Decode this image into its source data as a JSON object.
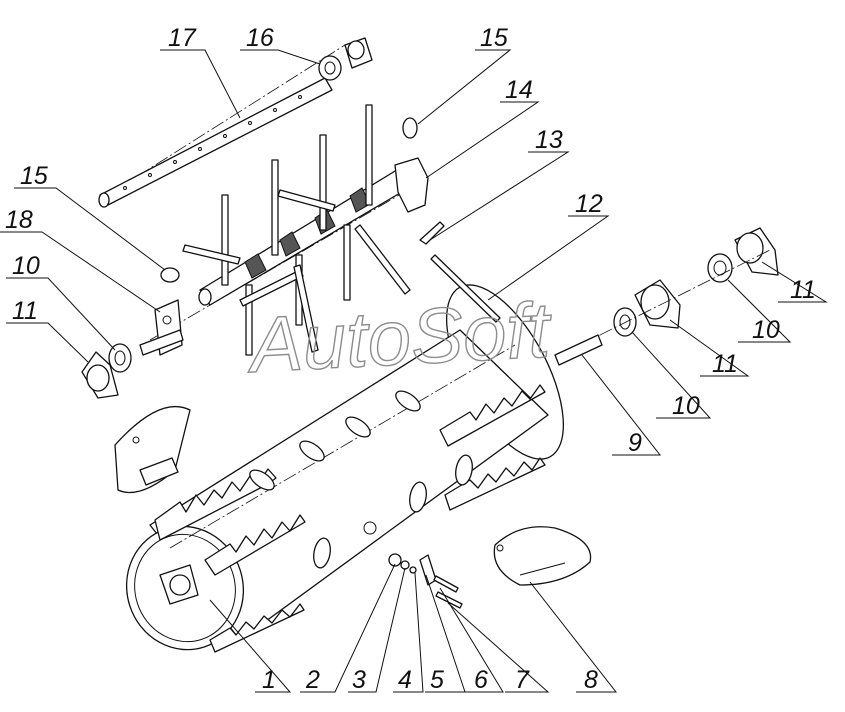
{
  "watermark": "AutoSoft",
  "callouts": [
    "17",
    "16",
    "15",
    "14",
    "13",
    "12",
    "15",
    "18",
    "10",
    "11",
    "11",
    "10",
    "11",
    "10",
    "9",
    "1",
    "2",
    "3",
    "4",
    "5",
    "6",
    "7",
    "8"
  ]
}
